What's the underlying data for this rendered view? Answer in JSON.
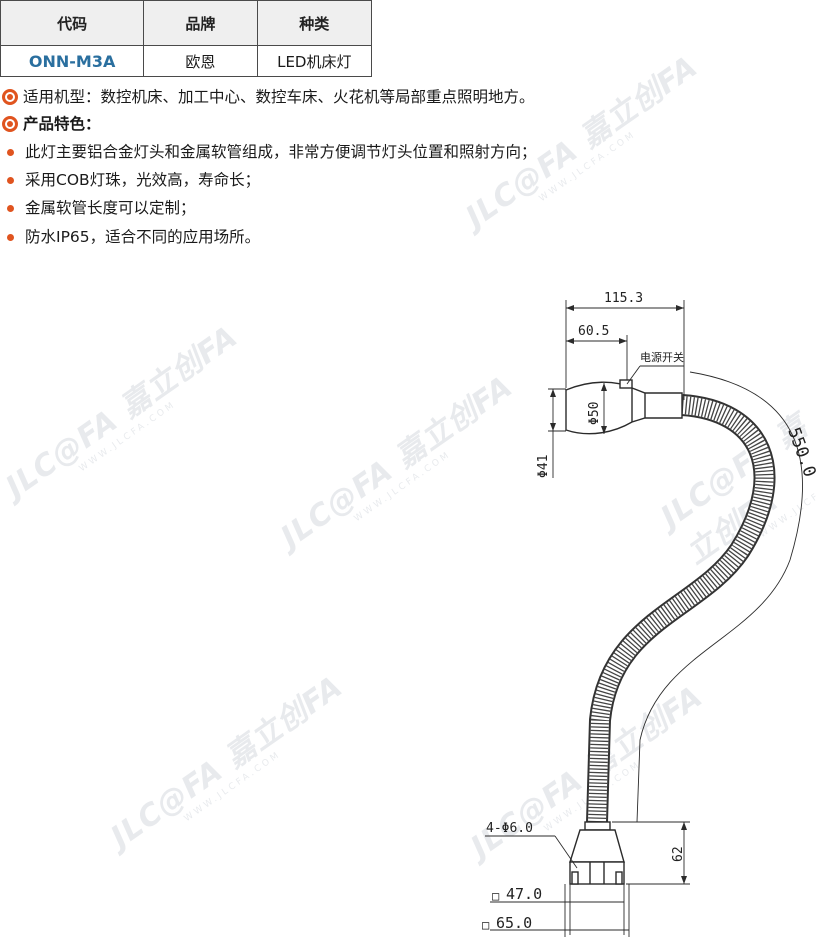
{
  "table": {
    "headers": [
      "代码",
      "品牌",
      "种类"
    ],
    "row": [
      "ONN-M3A",
      "欧恩",
      "LED机床灯"
    ]
  },
  "application": {
    "text": "适用机型：数控机床、加工中心、数控车床、火花机等局部重点照明地方。"
  },
  "features": {
    "title": "产品特色：",
    "items": [
      "此灯主要铝合金灯头和金属软管组成，非常方便调节灯头位置和照射方向；",
      "采用COB灯珠，光效高，寿命长；",
      "金属软管长度可以定制；",
      "防水IP65，适合不同的应用场所。"
    ]
  },
  "watermark": {
    "brand": "JLC@FA 嘉立创FA",
    "site": "WWW.JLCFA.COM"
  },
  "drawing": {
    "dim_total_width": "115.3",
    "dim_head_width": "60.5",
    "label_switch": "电源开关",
    "dim_head_diameter": "Φ50",
    "dim_front_diameter": "Φ41",
    "dim_hose_length": "550.0",
    "dim_holes": "4-Φ6.0",
    "dim_base_height": "62",
    "dim_base_inner": "47.0",
    "dim_base_outer": "65.0",
    "square_symbol": "□"
  },
  "colors": {
    "accent": "#e0541f",
    "code": "#2a6f9f",
    "line": "#2b2b2b",
    "watermark": "#d9dde2"
  }
}
